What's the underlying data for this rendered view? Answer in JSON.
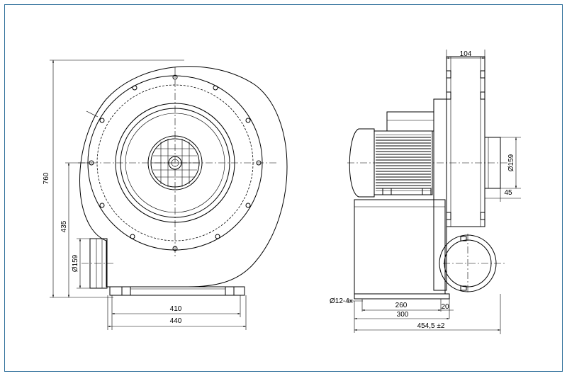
{
  "drawing": {
    "front_view": {
      "dimensions": {
        "overall_height": "760",
        "outlet_center_height": "435",
        "outlet_diameter": "Ø159",
        "base_inner_width": "410",
        "base_outer_width": "440"
      }
    },
    "side_view": {
      "dimensions": {
        "inlet_width": "104",
        "inlet_diameter": "Ø159",
        "inlet_length": "45",
        "mount_holes": "Ø12-4x",
        "base_hole_spacing": "260",
        "base_edge_offset": "20",
        "base_length": "300",
        "overall_length": "454,5 ±2"
      }
    }
  }
}
